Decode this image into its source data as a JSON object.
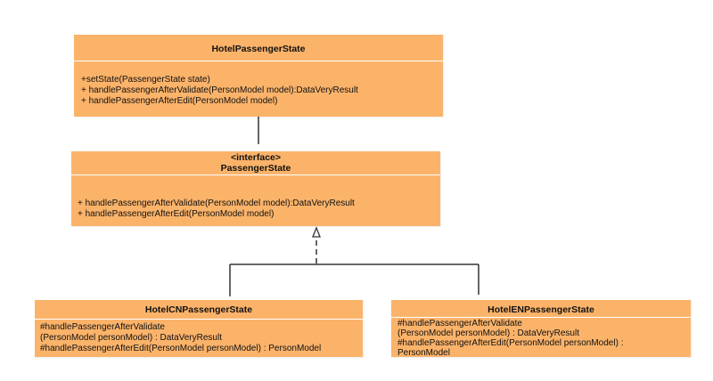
{
  "diagram": {
    "colors": {
      "class_fill": "#fbb36a",
      "line": "#333333",
      "background": "#ffffff"
    },
    "classes": {
      "hotel_passenger_state": {
        "name": "HotelPassengerState",
        "methods": [
          "+setState(PassengerState state)",
          "+ handlePassengerAfterValidate(PersonModel model):DataVeryResult",
          "+ handlePassengerAfterEdit(PersonModel model)"
        ]
      },
      "passenger_state": {
        "stereotype": "<interface>",
        "name": "PassengerState",
        "methods": [
          "+ handlePassengerAfterValidate(PersonModel model):DataVeryResult",
          "+ handlePassengerAfterEdit(PersonModel model)"
        ]
      },
      "hotel_cn_passenger_state": {
        "name": "HotelCNPassengerState",
        "methods": [
          "#handlePassengerAfterValidate",
          "(PersonModel personModel) : DataVeryResult",
          "#handlePassengerAfterEdit(PersonModel personModel) : PersonModel"
        ]
      },
      "hotel_en_passenger_state": {
        "name": "HotelENPassengerState",
        "methods": [
          "#handlePassengerAfterValidate",
          "(PersonModel personModel) : DataVeryResult",
          "#handlePassengerAfterEdit(PersonModel personModel) :",
          "PersonModel"
        ]
      }
    }
  }
}
